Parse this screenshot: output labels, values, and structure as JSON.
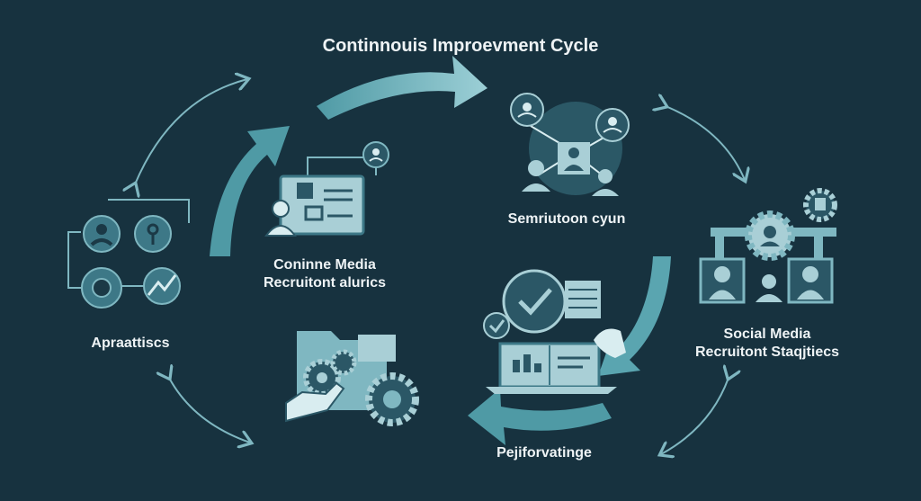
{
  "diagram": {
    "title": "Continnouis Improevment Cycle",
    "stages": [
      {
        "id": "top-left",
        "lines": [
          "Coninne Media",
          "Recruitont alurics"
        ]
      },
      {
        "id": "top-right",
        "lines": [
          "Semriutoon cyun"
        ]
      },
      {
        "id": "right",
        "lines": [
          "Social Media",
          "Recruitont Staqjtiecs"
        ]
      },
      {
        "id": "bottom",
        "lines": [
          "Pejiforvatinge"
        ]
      },
      {
        "id": "left",
        "lines": [
          "Apraattiscs"
        ]
      }
    ]
  },
  "colors": {
    "background": "#17323f",
    "accent": "#7fb7c1",
    "icon_fill": "#a9cfd6",
    "icon_dark": "#2b5766",
    "text": "#eef3f5"
  }
}
